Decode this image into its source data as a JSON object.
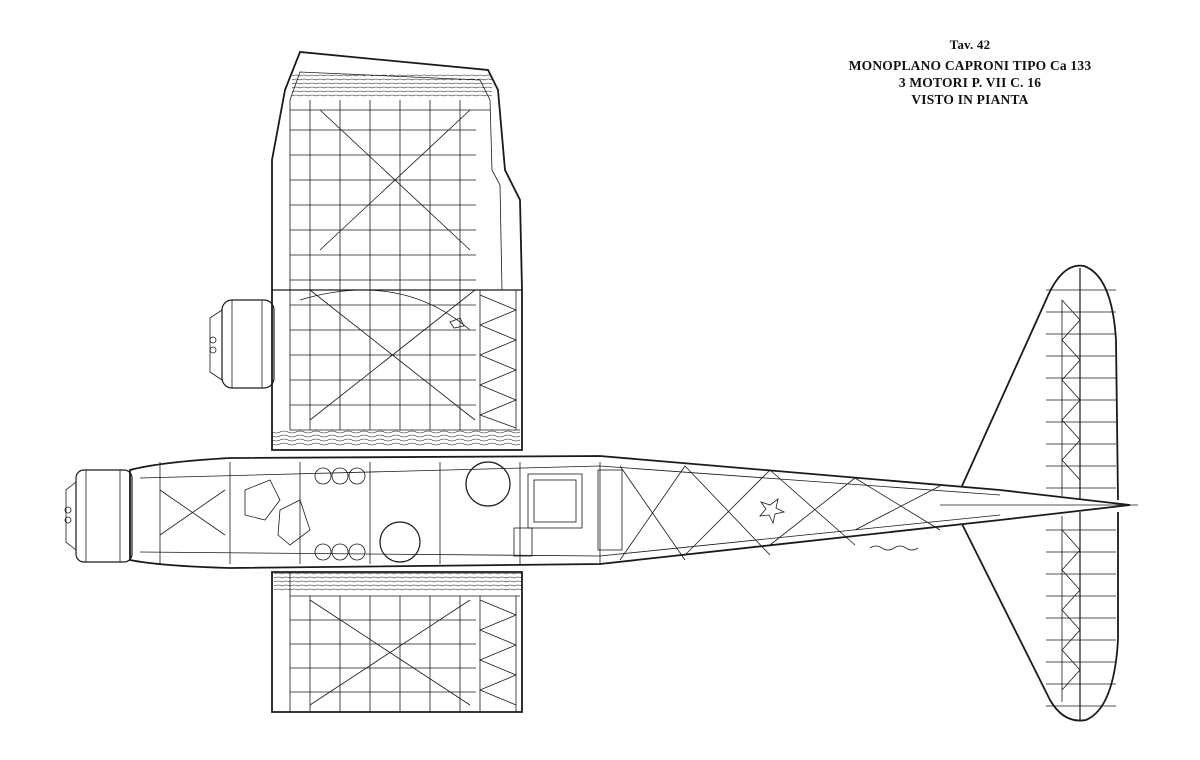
{
  "plate": {
    "number_label": "Tav. 42",
    "title_line_1": "MONOPLANO CAPRONI TIPO Ca 133",
    "title_line_2": "3 MOTORI P. VII C. 16",
    "title_line_3": "VISTO IN PIANTA"
  },
  "drawing": {
    "subject": "aircraft-plan-view",
    "colors": {
      "ink": "#1a1a1a",
      "paper": "#ffffff"
    }
  }
}
